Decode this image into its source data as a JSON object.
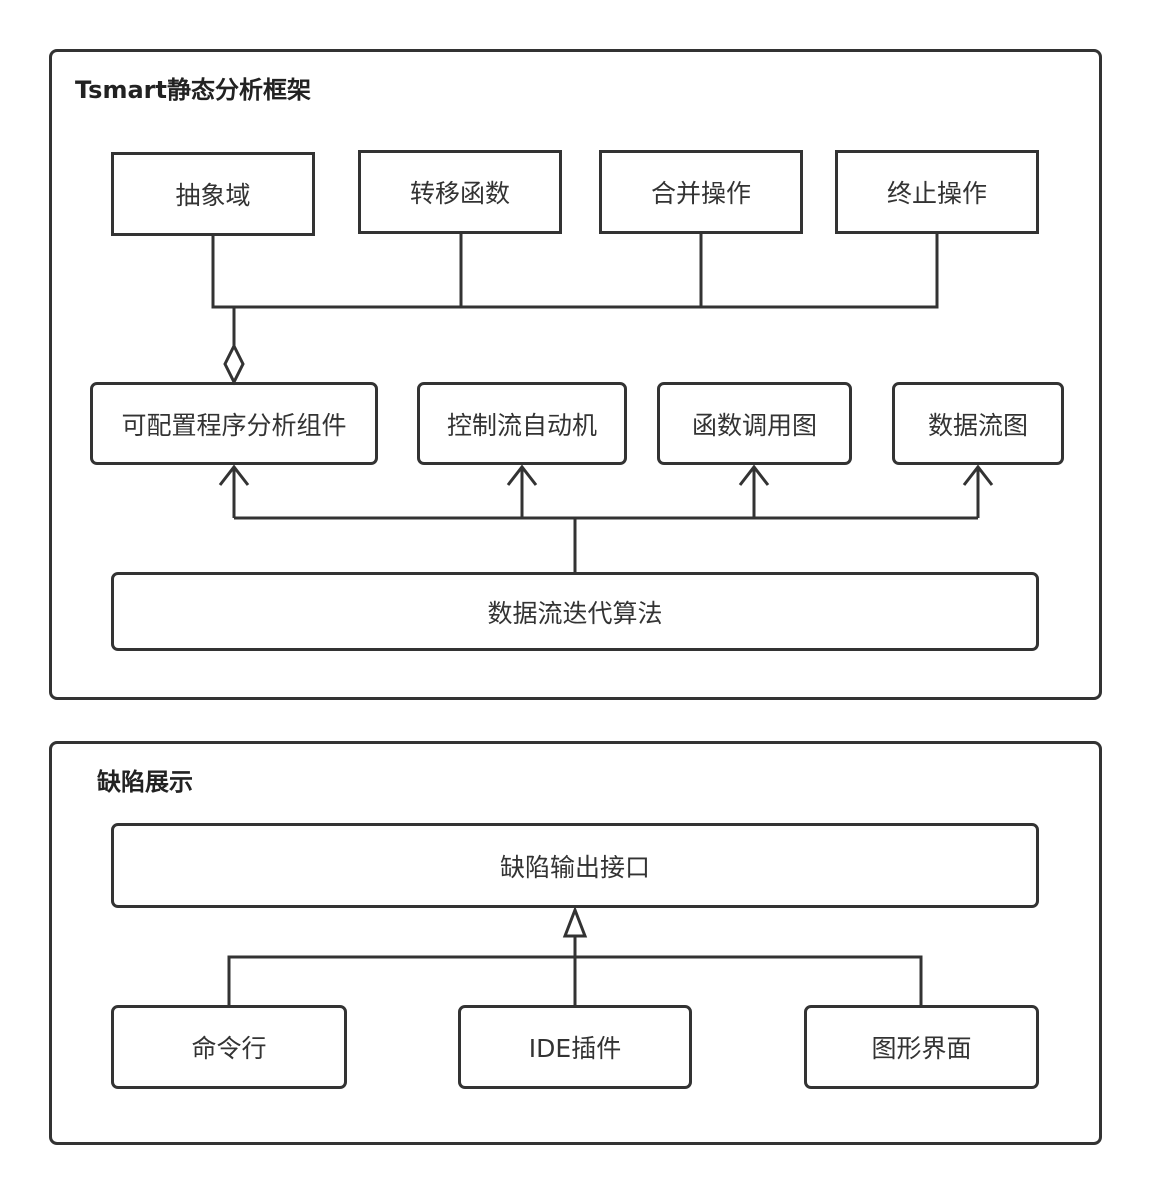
{
  "framework": {
    "title": "Tsmart静态分析框架",
    "top_components": [
      "抽象域",
      "转移函数",
      "合并操作",
      "终止操作"
    ],
    "mid_components": [
      "可配置程序分析组件",
      "控制流自动机",
      "函数调用图",
      "数据流图"
    ],
    "algorithm": "数据流迭代算法"
  },
  "defect": {
    "title": "缺陷展示",
    "output_interface": "缺陷输出接口",
    "frontends": [
      "命令行",
      "IDE插件",
      "图形界面"
    ]
  },
  "colors": {
    "stroke": "#333333",
    "background": "#ffffff"
  }
}
